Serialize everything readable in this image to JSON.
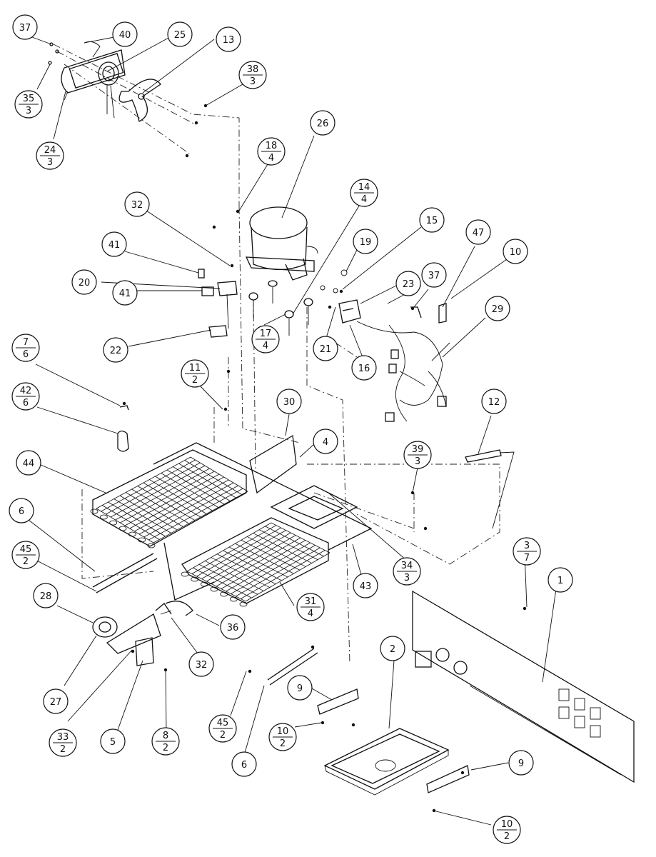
{
  "callouts": [
    {
      "id": "c37a",
      "num": "37"
    },
    {
      "id": "c40",
      "num": "40"
    },
    {
      "id": "c25",
      "num": "25"
    },
    {
      "id": "c13",
      "num": "13"
    },
    {
      "id": "c38",
      "num": "38",
      "den": "3"
    },
    {
      "id": "c35",
      "num": "35",
      "den": "3"
    },
    {
      "id": "c24",
      "num": "24",
      "den": "3"
    },
    {
      "id": "c26",
      "num": "26"
    },
    {
      "id": "c18",
      "num": "18",
      "den": "4"
    },
    {
      "id": "c14",
      "num": "14",
      "den": "4"
    },
    {
      "id": "c15",
      "num": "15"
    },
    {
      "id": "c47",
      "num": "47"
    },
    {
      "id": "c10a",
      "num": "10"
    },
    {
      "id": "c32a",
      "num": "32"
    },
    {
      "id": "c19",
      "num": "19"
    },
    {
      "id": "c41a",
      "num": "41"
    },
    {
      "id": "c20",
      "num": "20"
    },
    {
      "id": "c23",
      "num": "23"
    },
    {
      "id": "c37b",
      "num": "37"
    },
    {
      "id": "c29",
      "num": "29"
    },
    {
      "id": "c41b",
      "num": "41"
    },
    {
      "id": "c17",
      "num": "17",
      "den": "4"
    },
    {
      "id": "c21",
      "num": "21"
    },
    {
      "id": "c16",
      "num": "16"
    },
    {
      "id": "c22",
      "num": "22"
    },
    {
      "id": "c7",
      "num": "7",
      "den": "6"
    },
    {
      "id": "c11",
      "num": "11",
      "den": "2"
    },
    {
      "id": "c30",
      "num": "30"
    },
    {
      "id": "c12",
      "num": "12"
    },
    {
      "id": "c42",
      "num": "42",
      "den": "6"
    },
    {
      "id": "c4",
      "num": "4"
    },
    {
      "id": "c39",
      "num": "39",
      "den": "3"
    },
    {
      "id": "c44",
      "num": "44"
    },
    {
      "id": "c6a",
      "num": "6"
    },
    {
      "id": "c3",
      "num": "3",
      "den": "7"
    },
    {
      "id": "c1",
      "num": "1"
    },
    {
      "id": "c45a",
      "num": "45",
      "den": "2"
    },
    {
      "id": "c34",
      "num": "34",
      "den": "3"
    },
    {
      "id": "c43",
      "num": "43"
    },
    {
      "id": "c31",
      "num": "31",
      "den": "4"
    },
    {
      "id": "c28",
      "num": "28"
    },
    {
      "id": "c36",
      "num": "36"
    },
    {
      "id": "c32b",
      "num": "32"
    },
    {
      "id": "c2",
      "num": "2"
    },
    {
      "id": "c9a",
      "num": "9"
    },
    {
      "id": "c27",
      "num": "27"
    },
    {
      "id": "c45b",
      "num": "45",
      "den": "2"
    },
    {
      "id": "c10b",
      "num": "10",
      "den": "2"
    },
    {
      "id": "c33",
      "num": "33",
      "den": "2"
    },
    {
      "id": "c5",
      "num": "5"
    },
    {
      "id": "c8",
      "num": "8",
      "den": "2"
    },
    {
      "id": "c6b",
      "num": "6"
    },
    {
      "id": "c9b",
      "num": "9"
    },
    {
      "id": "c10c",
      "num": "10",
      "den": "2"
    }
  ]
}
